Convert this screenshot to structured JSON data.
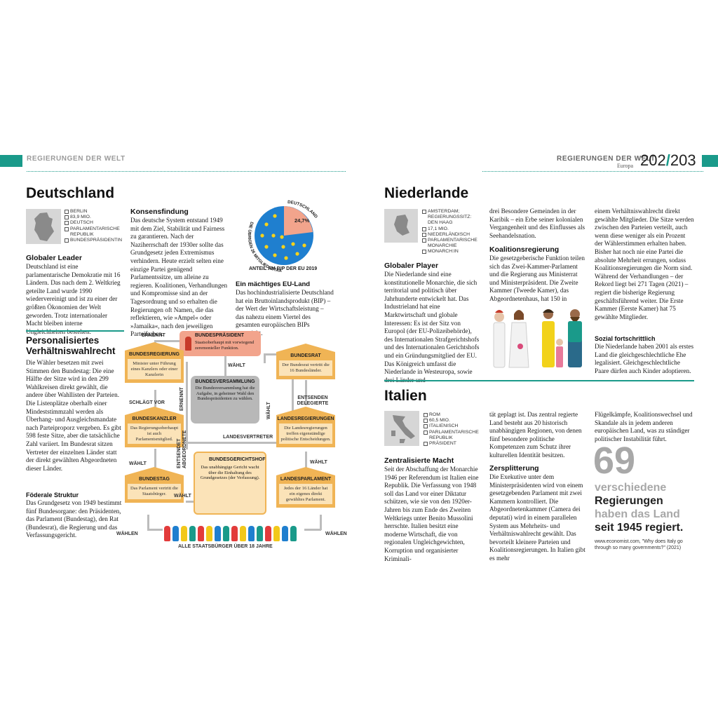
{
  "header": {
    "left_title": "REGIERUNGEN DER WELT",
    "right_title": "REGIERUNGEN DER WELT",
    "right_sub": "Europa",
    "page_left": "202",
    "page_sep": "/",
    "page_right": "203"
  },
  "deutschland": {
    "title": "Deutschland",
    "facts": [
      "BERLIN",
      "83,9 MIO.",
      "DEUTSCH",
      "PARLAMENTARISCHE REPUBLIK",
      "BUNDESPRÄSIDENTIN"
    ],
    "s1_head": "Globaler Leader",
    "s1_text": "Deutschland ist eine parlamentarische Demokratie mit 16 Ländern. Das nach dem 2. Weltkrieg geteilte Land wurde 1990 wiedervereinigt und ist zu einer der größten Ökonomien der Welt geworden. Trotz internationaler Macht bleiben interne Ungleichheiten bestehen.",
    "s2_head": "Konsensfindung",
    "s2_text": "Das deutsche System entstand 1949 mit dem Ziel, Stabilität und Fairness zu garantieren. Nach der Naziherrschaft der 1930er sollte das Grundgesetz jeden Extremismus verhindern. Heute erzielt selten eine einzige Partei genügend Parlamentssitze, um alleine zu regieren. Koalitionen, Verhandlungen und Kompromisse sind an der Tagesordnung und so erhalten die Regierungen oft Namen, die das reflektieren, wie »Ampel« oder »Jamaika«, nach den jeweiligen Parteifarben.",
    "pie_label_de": "DEUTSCHLAND",
    "pie_label_eu": "DIE ÜBRIGEN 26 MITGLIEDSSTAATEN",
    "pie_value": "24,7%",
    "pie_caption": "ANTEIL AM BIP DER EU 2019",
    "s3_head": "Ein mächtiges EU-Land",
    "s3_text": "Das hochindustrialisierte Deutschland hat ein Bruttoinlandsprodukt (BIP) – der Wert der Wirtschaftsleistung – das nahezu einem Viertel des gesamten europäischen BIPs entspricht.",
    "s4_head": "Personalisiertes Verhältniswahlrecht",
    "s4_text": "Die Wähler besetzen mit zwei Stimmen den Bundestag: Die eine Hälfte der Sitze wird in den 299 Wahlkreisen direkt gewählt, die andere über Wahllisten der Parteien. Die Listenplätze oberhalb einer Mindeststimmzahl werden als Überhang- und Ausgleichsmandate nach Parteiproporz vergeben. Es gibt 598 feste Sitze, aber die tatsächliche Zahl variiert. Im Bundesrat sitzen Vertreter der einzelnen Länder statt der direkt gewählten Abgeordneten dieser Länder.",
    "s5_head": "Föderale Struktur",
    "s5_text": "Das Grundgesetz von 1949 bestimmt fünf Bundesorgane: den Präsidenten, das Parlament (Bundestag), den Rat (Bundesrat), die Regierung und das Verfassungsgericht."
  },
  "diagram": {
    "praesident_title": "BUNDESPRÄSIDENT",
    "praesident_text": "Staatsoberhaupt mit vorwiegend zeremonieller Funktion.",
    "regierung_title": "BUNDESREGIERUNG",
    "regierung_text": "Minister unter Führung eines Kanzlers oder einer Kanzlerin",
    "kanzler_title": "BUNDESKANZLER",
    "kanzler_text": "Das Regierungsoberhaupt ist auch Parlamentsmitglied.",
    "bundestag_title": "BUNDESTAG",
    "bundestag_text": "Das Parlament vertritt die Staatsbürger.",
    "versammlung_title": "BUNDESVERSAMMLUNG",
    "versammlung_text": "Die Bundesversammlung hat die Aufgabe, in geheimer Wahl den Bundespräsidenten zu wählen.",
    "gericht_title": "BUNDESGERICHTSHOF",
    "gericht_text": "Das unabhängige Gericht wacht über die Einhaltung des Grundgesetzes (der Verfassung).",
    "bundesrat_title": "BUNDESRAT",
    "bundesrat_text": "Der Bundesrat vertritt die 16 Bundesländer.",
    "landesreg_title": "LANDESREGIERUNGEN",
    "landesreg_text": "Die Landesregierungen treffen eigenständige politische Entscheidungen.",
    "landesparl_title": "LANDESPARLAMENT",
    "landesparl_text": "Jedes der 16 Länder hat ein eigenes direkt gewähltes Parlament.",
    "l_ernennt1": "ERNENNT",
    "l_ernennt2": "ERNENNT",
    "l_waehlt_top": "WÄHLT",
    "l_schlaegt": "SCHLÄGT VOR",
    "l_waehlt_mid": "WÄHLT",
    "l_entsendet_abg": "ENTSENDET ABGEORDNETE",
    "l_landesvertreter": "LANDESVERTRETER",
    "l_waehlt_right": "WÄHLT",
    "l_entsenden": "ENTSENDEN DELEGIERTE",
    "l_waehlt_r2": "WÄHLT",
    "l_waehlt_bottom": "WÄHLT",
    "l_waehlen_l": "WÄHLEN",
    "l_waehlen_r": "WÄHLEN",
    "caption": "ALLE STAATSBÜRGER ÜBER 18 JAHRE"
  },
  "niederlande": {
    "title": "Niederlande",
    "facts": [
      "AMSTERDAM; REGIERUNGSSITZ: DEN HAAG",
      "17,1 MIO.",
      "NIEDERLÄNDISCH",
      "PARLAMENTARISCHE MONARCHIE",
      "MONARCH:IN"
    ],
    "s1_head": "Globaler Player",
    "s1_text": "Die Niederlande sind eine konstitutionelle Monarchie, die sich territorial und politisch über Jahrhunderte entwickelt hat. Das Industrieland hat eine Marktwirtschaft und globale Interessen: Es ist der Sitz von Europol (der EU-Polizeibehörde), des Internationalen Strafgerichtshofs und des Internationalen Gerichtshofs und ein Gründungsmitglied der EU. Das Königreich umfasst die Niederlande in Westeuropa, sowie drei Länder und",
    "col2_text": "drei Besondere Gemeinden in der Karibik – ein Erbe seiner kolonialen Vergangenheit und des Einflusses als Seehandelsnation.",
    "s2_head": "Koalitionsregierung",
    "s2_text": "Die gesetzgeberische Funktion teilen sich das Zwei-Kammer-Parlament und die Regierung aus Ministerrat und Ministerpräsident. Die Zweite Kammer (Tweede Kamer), das Abgeordnetenhaus, hat 150 in",
    "col3_text": "einem Verhältniswahlrecht direkt gewählte Mitglieder. Die Sitze werden zwischen den Parteien verteilt, auch wenn diese weniger als ein Prozent der Wählerstimmen erhalten haben. Bisher hat noch nie eine Partei die absolute Mehrheit errungen, sodass Koalitionsregierungen die Norm sind. Während der Verhandlungen – der Rekord liegt bei 271 Tagen (2021) – regiert die bisherige Regierung geschäftsführend weiter. Die Erste Kammer (Eerste Kamer) hat 75 gewählte Mitglieder.",
    "s3_head": "Sozial fortschrittlich",
    "s3_text": "Die Niederlande haben 2001 als erstes Land die gleichgeschlechtliche Ehe legalisiert. Gleichgeschlechtliche Paare dürfen auch Kinder adoptieren."
  },
  "italien": {
    "title": "Italien",
    "facts": [
      "ROM",
      "60,5 MIO.",
      "ITALIENISCH",
      "PARLAMENTARISCHE REPUBLIK",
      "PRÄSIDENT"
    ],
    "s1_head": "Zentralisierte Macht",
    "s1_text": "Seit der Abschaffung der Monarchie 1946 per Referendum ist Italien eine Republik. Die Verfassung von 1948 soll das Land vor einer Diktatur schützen, wie sie von den 1920er-Jahren bis zum Ende des Zweiten Weltkriegs unter Benito Mussolini herrschte. Italien besitzt eine moderne Wirtschaft, die von regionalen Ungleichgewichten, Korruption und organisierter Kriminali-",
    "col2_text": "tät geplagt ist. Das zentral regierte Land besteht aus 20 historisch unabhängigen Regionen, von denen fünf besondere politische Kompetenzen zum Schutz ihrer kulturellen Identität besitzen.",
    "s2_head": "Zersplitterung",
    "s2_text": "Die Exekutive unter dem Ministerpräsidenten wird von einem gesetzgebenden Parlament mit zwei Kammern kontrolliert. Die Abgeordnetenkammer (Camera dei deputati) wird in einem parallelen System aus Mehrheits- und Verhältniswahlrecht gewählt. Das bevorteilt kleinere Parteien und Koalitionsregierungen. In Italien gibt es mehr",
    "col3_text": "Flügelkämpfe, Koalitionswechsel und Skandale als in jedem anderen europäischen Land, was zu ständiger politischer Instabilität führt.",
    "big_number": "69",
    "stat_l1": "verschiedene",
    "stat_l2": "Regierungen",
    "stat_l3": "haben das Land",
    "stat_l4": "seit 1945 regiert.",
    "source": "www.economist.com, \"Why does Italy go through so many governments?\" (2021)"
  }
}
